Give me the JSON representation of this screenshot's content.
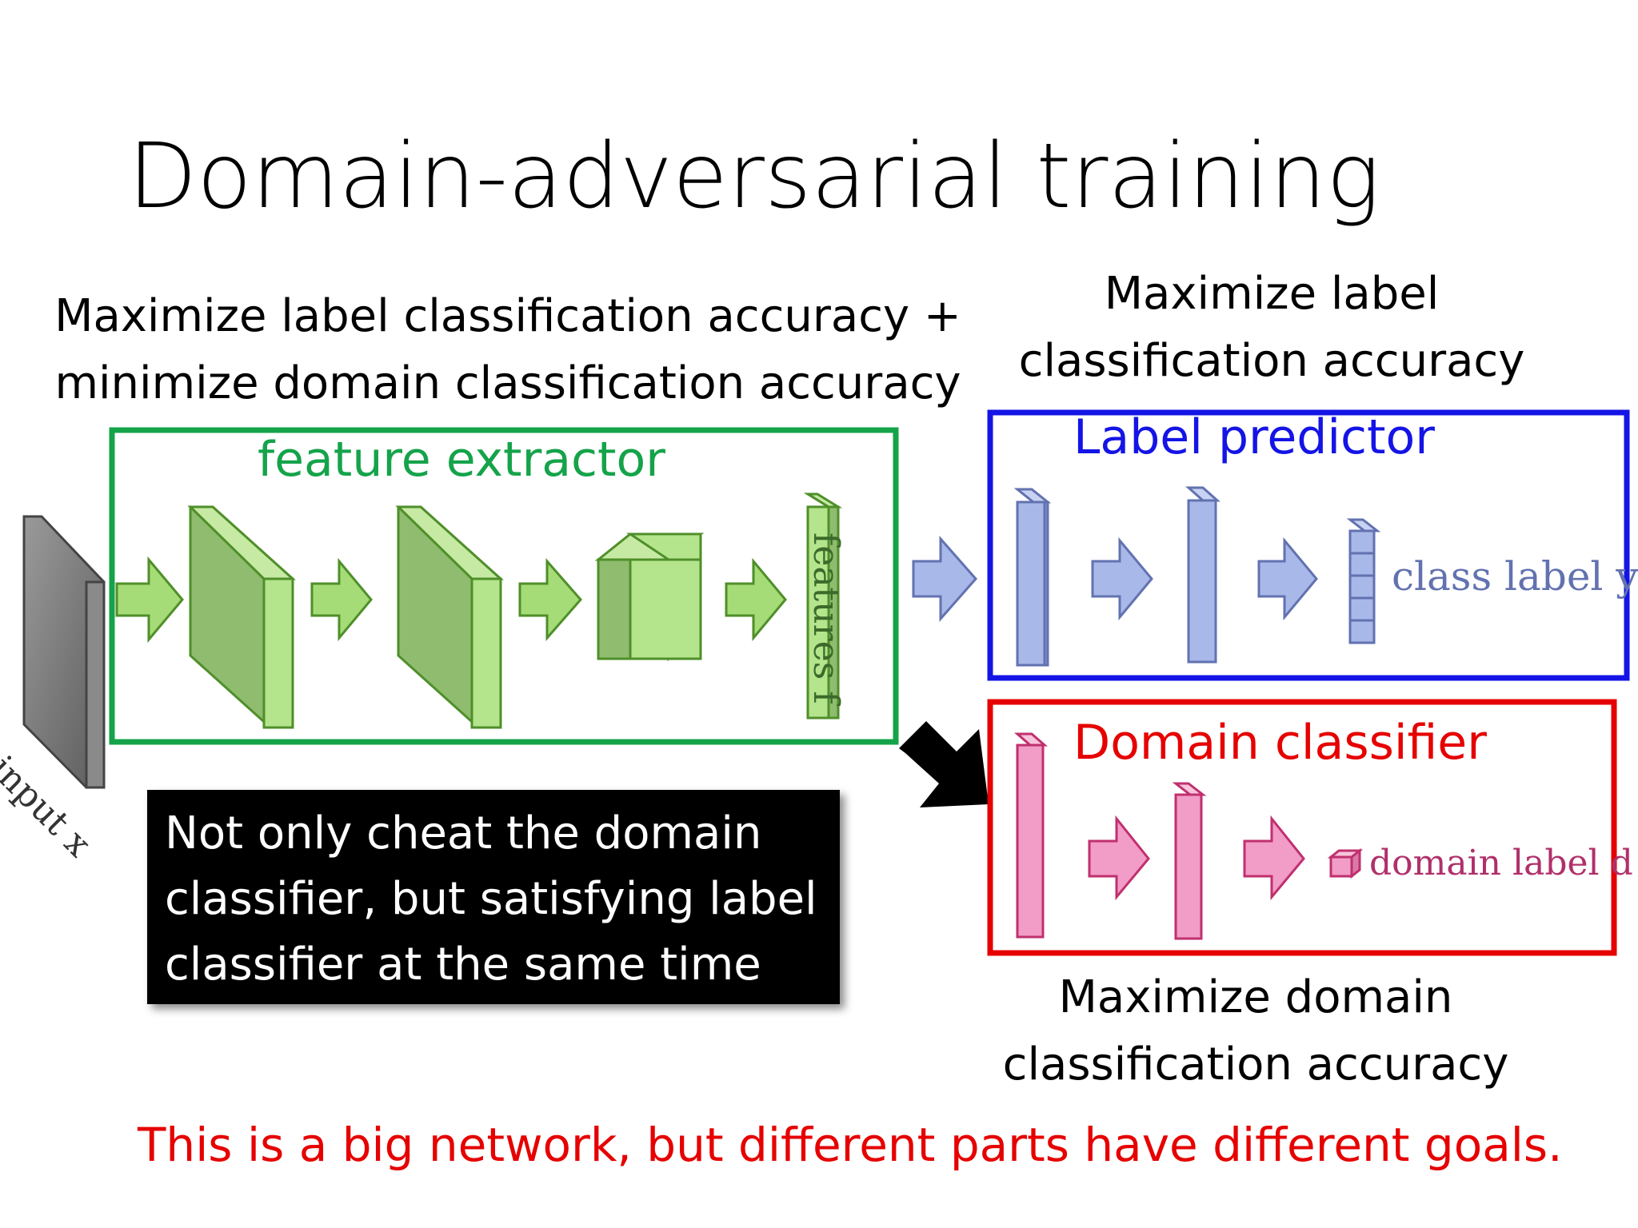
{
  "slide": {
    "title": "Domain-adversarial training",
    "goal_feature_extractor": [
      "Maximize label classification accuracy +",
      "minimize domain classification accuracy"
    ],
    "goal_label_predictor": [
      "Maximize label",
      "classification accuracy"
    ],
    "goal_domain_classifier": [
      "Maximize domain",
      "classification accuracy"
    ],
    "note": [
      "Not only cheat the domain",
      "classifier, but satisfying label",
      "classifier at the same time"
    ],
    "footer": "This is a big network, but different parts have different goals."
  },
  "diagram": {
    "feature_extractor_title": "feature extractor",
    "label_predictor_title": "Label predictor",
    "domain_classifier_title": "Domain classifier",
    "input_label": "input x",
    "features_label": "features f",
    "class_label": "class label y",
    "domain_label": "domain label d"
  },
  "colors": {
    "feature_extractor": "#15a34a",
    "label_predictor": "#1414e6",
    "domain_classifier": "#e60000",
    "green_fill": "#b4e48c",
    "blue_fill": "#a8b8e8",
    "pink_fill": "#f29cc8",
    "note_bg": "#000000",
    "footer": "#e60000"
  }
}
